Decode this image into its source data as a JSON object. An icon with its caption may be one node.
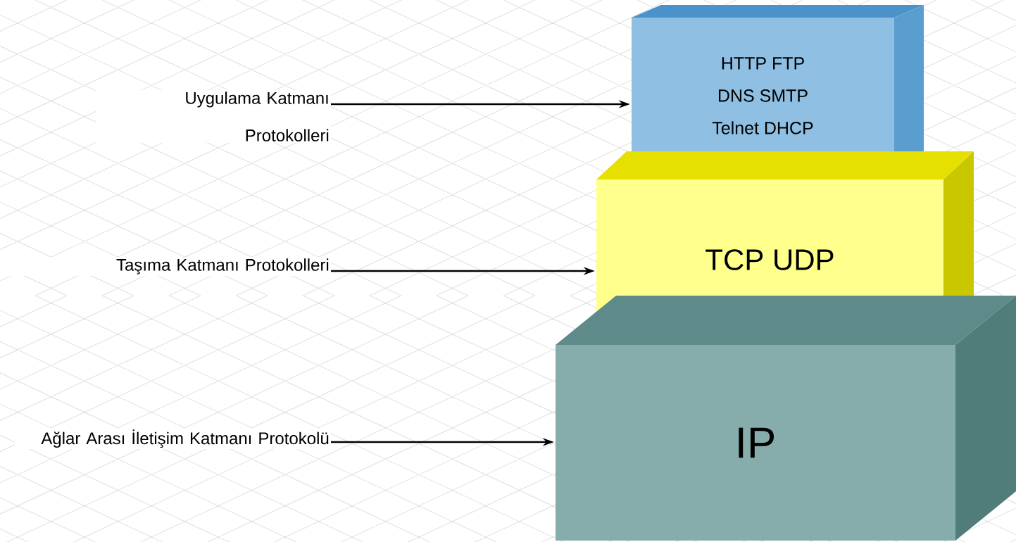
{
  "diagram": {
    "nodes": [
      {
        "text": [
          "Uygulama Katmanı Protokolleri"
        ]
      },
      {
        "text": [
          "HTTP  FTP",
          "DNS  SMTP",
          "Telnet  DHCP"
        ]
      },
      {
        "text": [
          "Taşıma Katmanı Protokolleri"
        ]
      },
      {
        "text": [
          "TCP  UDP"
        ]
      },
      {
        "text": [
          "Ağlar Arası İletişim Katmanı Protokolü"
        ]
      },
      {
        "text": [
          "IP"
        ]
      }
    ],
    "edges": [
      {
        "from": 0,
        "to": 1,
        "arrow": "to"
      },
      {
        "from": 2,
        "to": 3,
        "arrow": "to"
      },
      {
        "from": 4,
        "to": 5,
        "arrow": "to"
      }
    ]
  }
}
